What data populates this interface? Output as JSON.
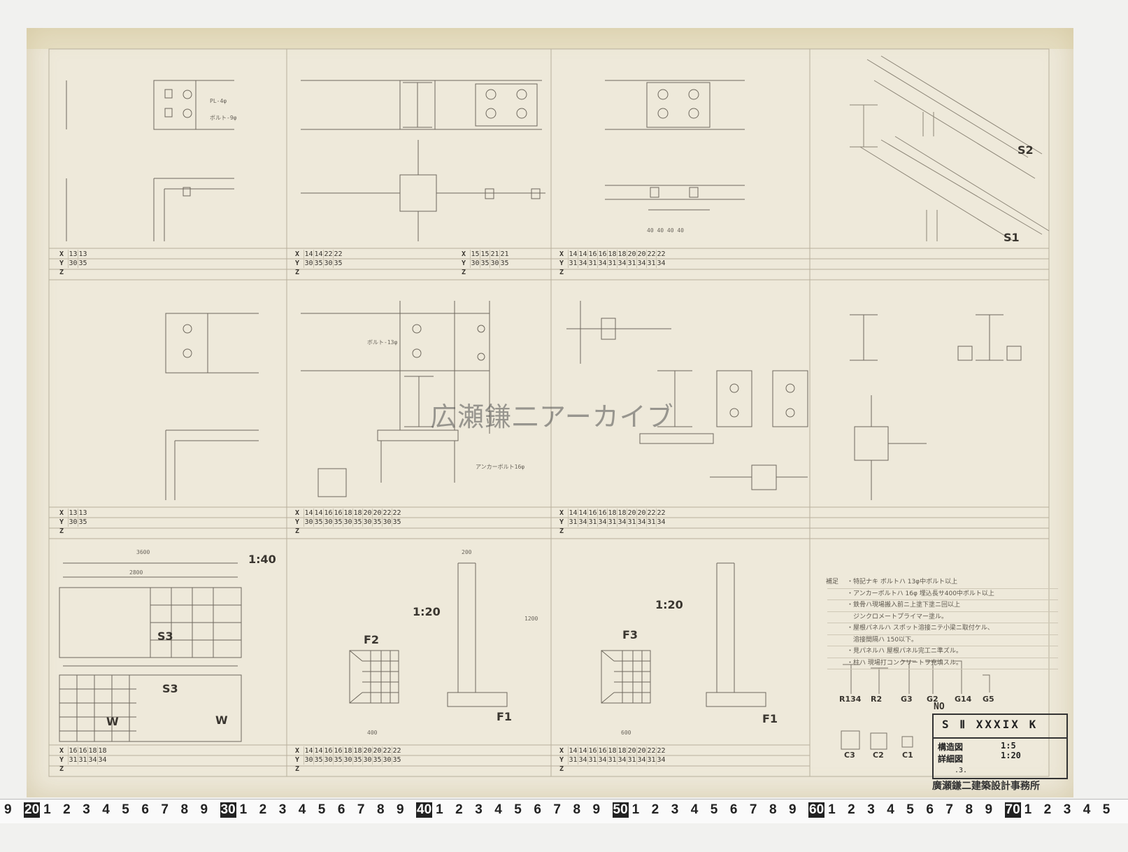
{
  "watermark": "広瀬鎌二アーカイブ",
  "labels": {
    "s2": "S2",
    "s1": "S1",
    "s3a": "S3",
    "s3b": "S3",
    "w1": "W",
    "w2": "W",
    "f2": "F2",
    "f3": "F3",
    "f1a": "F1",
    "f1b": "F1",
    "scale_140": "1:40",
    "scale_120a": "1:20",
    "scale_120b": "1:20"
  },
  "annotations": [
    "PL-4φ",
    "ボルト-9φ",
    "ボルト-13φ",
    "アンカーボルト16φ",
    "3600",
    "2800",
    "1200",
    "200",
    "400",
    "600",
    "40 40 40 40"
  ],
  "tables": [
    {
      "X": [
        "13",
        "13"
      ],
      "Y": [
        "30",
        "35"
      ]
    },
    {
      "X": [
        "14",
        "14",
        "22",
        "22"
      ],
      "Y": [
        "30",
        "35",
        "30",
        "35"
      ]
    },
    {
      "X": [
        "15",
        "15",
        "21",
        "21"
      ],
      "Y": [
        "30",
        "35",
        "30",
        "35"
      ]
    },
    {
      "X": [
        "14",
        "14",
        "16",
        "16",
        "18",
        "18",
        "20",
        "20",
        "22",
        "22"
      ],
      "Y": [
        "31",
        "34",
        "31",
        "34",
        "31",
        "34",
        "31",
        "34",
        "31",
        "34"
      ]
    },
    {
      "X": [
        "13",
        "13"
      ],
      "Y": [
        "30",
        "35"
      ]
    },
    {
      "X": [
        "14",
        "14",
        "16",
        "16",
        "18",
        "18",
        "20",
        "20",
        "22",
        "22"
      ],
      "Y": [
        "30",
        "35",
        "30",
        "35",
        "30",
        "35",
        "30",
        "35",
        "30",
        "35"
      ]
    },
    {
      "X": [
        "14",
        "14",
        "16",
        "16",
        "18",
        "18",
        "20",
        "20",
        "22",
        "22"
      ],
      "Y": [
        "31",
        "34",
        "31",
        "34",
        "31",
        "34",
        "31",
        "34",
        "31",
        "34"
      ]
    },
    {
      "X": [
        "16",
        "16",
        "18",
        "18"
      ],
      "Y": [
        "31",
        "31",
        "34",
        "34"
      ]
    },
    {
      "X": [
        "14",
        "14",
        "16",
        "16",
        "18",
        "18",
        "20",
        "20",
        "22",
        "22"
      ],
      "Y": [
        "30",
        "35",
        "30",
        "35",
        "30",
        "35",
        "30",
        "35",
        "30",
        "35"
      ]
    },
    {
      "X": [
        "14",
        "14",
        "16",
        "16",
        "18",
        "18",
        "20",
        "20",
        "22",
        "22"
      ],
      "Y": [
        "31",
        "34",
        "31",
        "34",
        "31",
        "34",
        "31",
        "34",
        "31",
        "34"
      ]
    }
  ],
  "table_headers": {
    "x": "X",
    "y": "Y",
    "z": "Z"
  },
  "notes": {
    "heading": "補足",
    "lines": [
      "・特記ナキ ボルトハ 13φ中ボルト以上",
      "・アンカーボルトハ 16φ 埋込長サ400中ボルト以上",
      "・鉄骨ハ現場搬入前ニ上塗下塗ニ回以上",
      "　ジンクロメートプライマー塗ル。",
      "・屋根パネルハ スポット溶接ニテ小梁ニ取付ケル、",
      "　溶接間隔ハ 150以下。",
      "・見パネルハ 屋根パネル完工ニ準ズル。",
      "・柱ハ 現場打コンクリートヲ充填スル。"
    ]
  },
  "sections": [
    "R134",
    "R2",
    "G3",
    "G2",
    "G14",
    "G5",
    "C3",
    "C2",
    "C1"
  ],
  "title_block": {
    "no_label": "NO",
    "number": "S Ⅱ XXXIX K",
    "drawing1": "構造図",
    "scale1": "1:5",
    "drawing2": "詳細図",
    "scale2": "1:20",
    "sheet": ".3.",
    "office": "廣瀬鎌二建築設計事務所"
  },
  "ruler": [
    "9",
    "20",
    "1",
    "2",
    "3",
    "4",
    "5",
    "6",
    "7",
    "8",
    "9",
    "30",
    "1",
    "2",
    "3",
    "4",
    "5",
    "6",
    "7",
    "8",
    "9",
    "40",
    "1",
    "2",
    "3",
    "4",
    "5",
    "6",
    "7",
    "8",
    "9",
    "50",
    "1",
    "2",
    "3",
    "4",
    "5",
    "6",
    "7",
    "8",
    "9",
    "60",
    "1",
    "2",
    "3",
    "4",
    "5",
    "6",
    "7",
    "8",
    "9",
    "70",
    "1",
    "2",
    "3",
    "4",
    "5"
  ]
}
